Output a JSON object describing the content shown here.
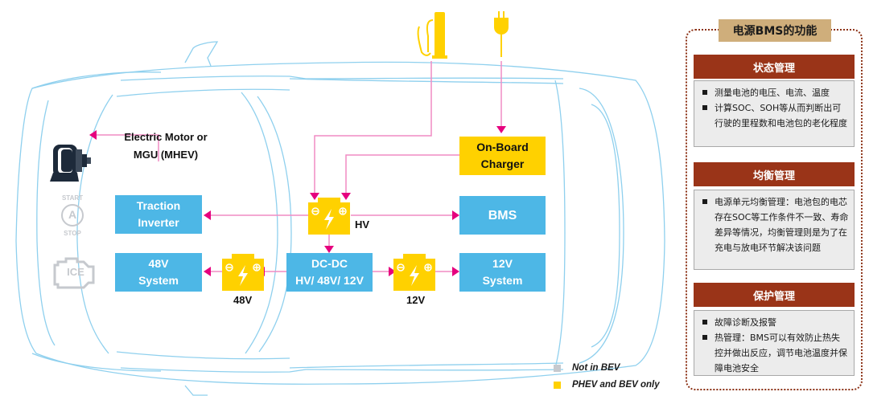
{
  "diagram": {
    "nodes": {
      "traction_inverter": [
        "Traction",
        "Inverter"
      ],
      "system_48v": [
        "48V",
        "System"
      ],
      "dcdc": [
        "DC-DC",
        "HV/ 48V/ 12V"
      ],
      "system_12v": [
        "12V",
        "System"
      ],
      "bms": [
        "BMS"
      ],
      "onboard_charger": [
        "On-Board",
        "Charger"
      ]
    },
    "motor_label": [
      "Electric Motor or",
      "MGU (MHEV)"
    ],
    "battery_labels": {
      "hv": "HV",
      "v48": "48V",
      "v12": "12V"
    },
    "start_stop": {
      "top": "START",
      "letter": "A",
      "bottom": "STOP"
    },
    "ice_label": "ICE",
    "legend": [
      {
        "label": "Not in BEV",
        "color": "#c6c9ce"
      },
      {
        "label": "PHEV and BEV only",
        "color": "#ffd100"
      }
    ],
    "colors": {
      "node_blue": "#4db7e6",
      "node_yellow": "#ffd100",
      "arrow": "#e6007e",
      "arrow_line": "#f08cc4",
      "car_outline": "#8fd0ee"
    }
  },
  "panel": {
    "title": "电源BMS的功能",
    "sections": [
      {
        "heading": "状态管理",
        "items": [
          "测量电池的电压、电流、温度",
          "计算SOC、SOH等从而判断出可行驶的里程数和电池包的老化程度"
        ]
      },
      {
        "heading": "均衡管理",
        "items": [
          "电源单元均衡管理：电池包的电芯存在SOC等工作条件不一致、寿命差异等情况，均衡管理则是为了在充电与放电环节解决该问题"
        ]
      },
      {
        "heading": "保护管理",
        "items": [
          "故障诊断及报警",
          "热管理：BMS可以有效防止热失控并做出反应，调节电池温度并保障电池安全"
        ]
      }
    ],
    "colors": {
      "title_bg": "#cfae7b",
      "heading_bg": "#9a3418",
      "body_bg": "#ececec",
      "border": "#8c3216"
    }
  }
}
